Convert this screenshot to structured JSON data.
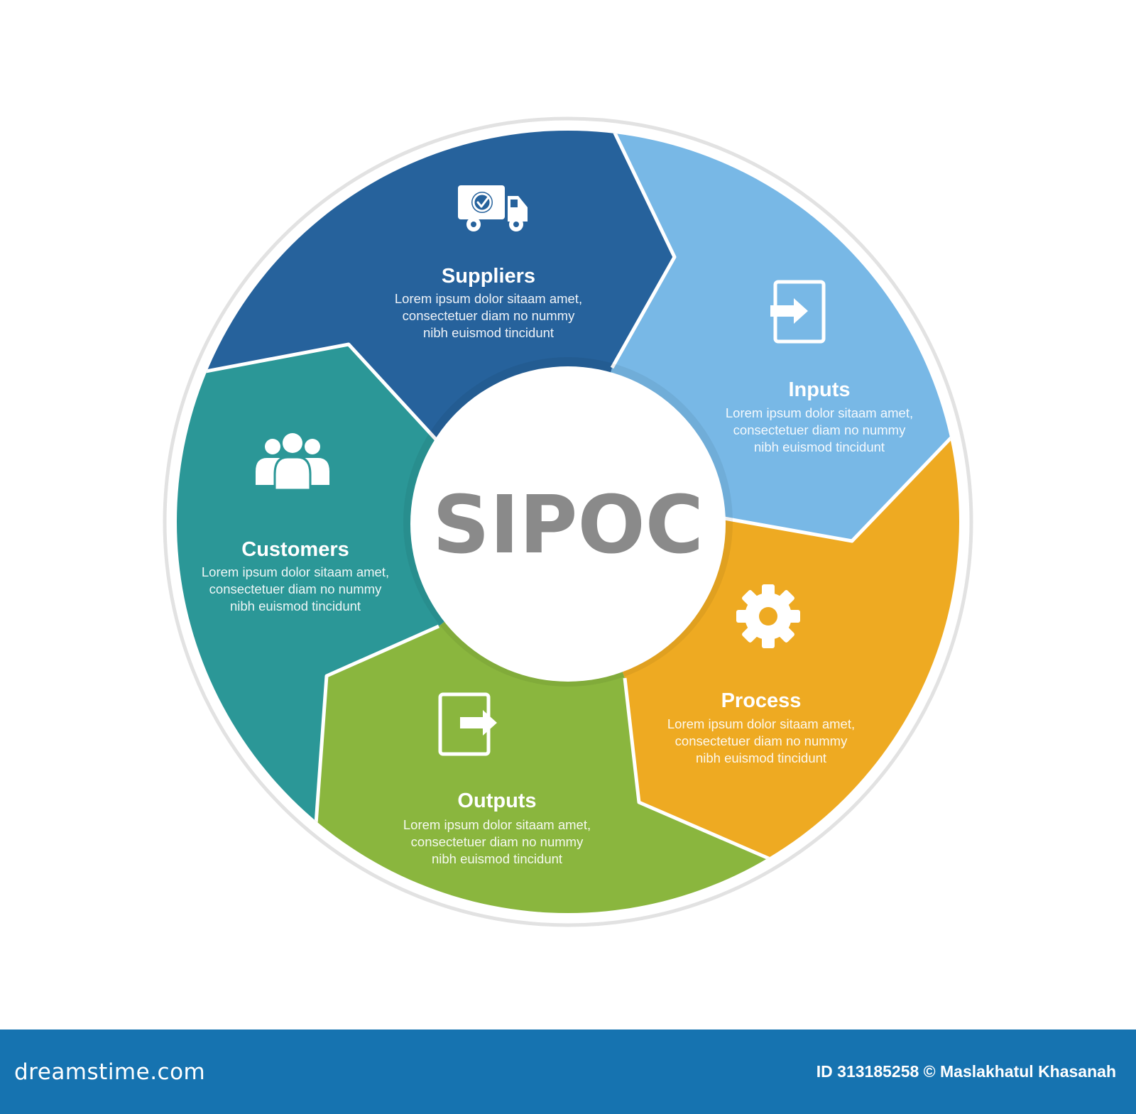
{
  "center": {
    "label": "SIPOC"
  },
  "segments": [
    {
      "id": "suppliers",
      "title": "Suppliers",
      "icon": "truck-check-icon",
      "color": "#26629c",
      "lines": [
        "Lorem ipsum dolor sitaam amet,",
        "consectetuer diam no nummy",
        "nibh euismod tincidunt"
      ]
    },
    {
      "id": "inputs",
      "title": "Inputs",
      "icon": "sign-in-icon",
      "color": "#78b8e6",
      "lines": [
        "Lorem ipsum dolor sitaam amet,",
        "consectetuer diam no nummy",
        "nibh euismod tincidunt"
      ]
    },
    {
      "id": "process",
      "title": "Process",
      "icon": "gear-icon",
      "color": "#eeaa22",
      "lines": [
        "Lorem ipsum dolor sitaam amet,",
        "consectetuer diam no nummy",
        "nibh euismod tincidunt"
      ]
    },
    {
      "id": "outputs",
      "title": "Outputs",
      "icon": "sign-out-icon",
      "color": "#8ab63e",
      "lines": [
        "Lorem ipsum dolor sitaam amet,",
        "consectetuer diam no nummy",
        "nibh euismod tincidunt"
      ]
    },
    {
      "id": "customers",
      "title": "Customers",
      "icon": "users-group-icon",
      "color": "#2b9797",
      "lines": [
        "Lorem ipsum dolor sitaam amet,",
        "consectetuer diam no nummy",
        "nibh euismod tincidunt"
      ]
    }
  ],
  "footer": {
    "logo": "dreamstime.com",
    "credit": "ID 313185258 © Maslakhatul Khasanah",
    "color": "#1673b0"
  }
}
